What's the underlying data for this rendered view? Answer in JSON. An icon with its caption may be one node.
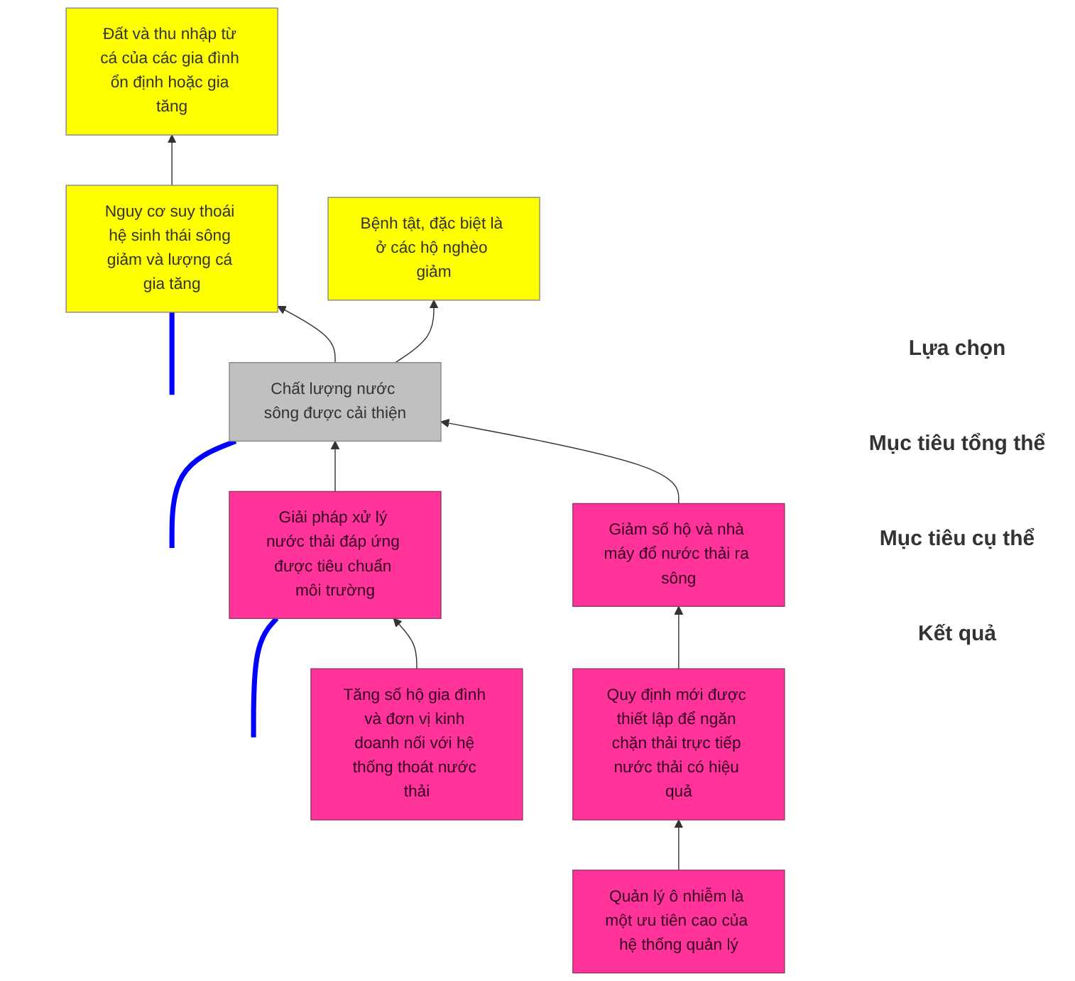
{
  "diagram": {
    "nodes": [
      {
        "text": [
          "Đất và thu nhập từ cá của các gia đình ổn định hoặc gia tăng"
        ]
      },
      {
        "text": [
          "Nguy cơ suy thoái hệ sinh thái sông giảm và lượng cá gia tăng"
        ]
      },
      {
        "text": [
          "Bệnh tật, đặc biệt là ở các hộ nghèo giảm"
        ]
      },
      {
        "text": [
          "Chất lượng nước sông được cải thiện"
        ]
      },
      {
        "text": [
          "Giảm số hộ và nhà máy đổ nước thải ra sông"
        ]
      },
      {
        "text": [
          "Giải pháp xử lý nước thải đáp ứng được tiêu chuẩn môi trường"
        ]
      },
      {
        "text": [
          "Quy định mới được thiết lập để ngăn chặn thải trực tiếp nước thải có hiệu quả"
        ]
      },
      {
        "text": [
          "Tăng số hộ gia đình và đơn vị kinh doanh nối với hệ thống thoát nước thải"
        ]
      },
      {
        "text": [
          "Quản lý ô nhiễm là một ưu tiên cao của hệ thống quản lý"
        ]
      }
    ],
    "edges": [
      {
        "from": 1,
        "to": 0,
        "arrow": "to"
      },
      {
        "from": 3,
        "to": 1,
        "arrow": "to"
      },
      {
        "from": 3,
        "to": 2,
        "arrow": "to"
      },
      {
        "from": 4,
        "to": 3,
        "arrow": "to"
      },
      {
        "from": 5,
        "to": 3,
        "arrow": "to"
      },
      {
        "from": 6,
        "to": 4,
        "arrow": "to"
      },
      {
        "from": 7,
        "to": 5,
        "arrow": "to"
      },
      {
        "from": 8,
        "to": 6,
        "arrow": "to"
      },
      {
        "from": null,
        "to": 1,
        "arrow": "none",
        "style": "thick",
        "color": "#0000ff"
      },
      {
        "from": null,
        "to": 3,
        "arrow": "none",
        "style": "thick",
        "color": "#0000ff"
      },
      {
        "from": null,
        "to": 5,
        "arrow": "none",
        "style": "thick",
        "color": "#0000ff"
      }
    ],
    "labels": [
      "Lựa chọn",
      "Mục tiêu tổng thể",
      "Mục tiêu cụ thể",
      "Kết quả"
    ]
  }
}
